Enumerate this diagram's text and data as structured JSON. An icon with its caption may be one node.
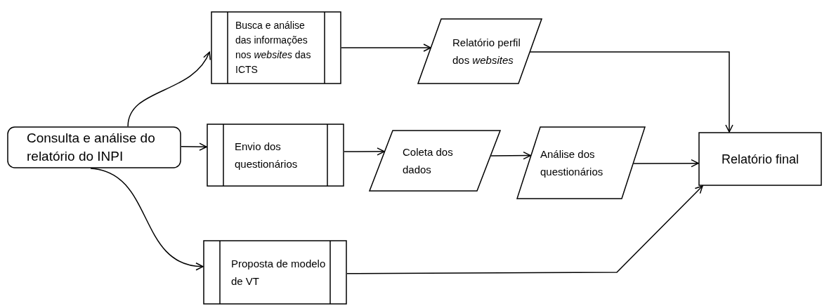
{
  "diagram": {
    "nodes": [
      {
        "text": [
          "Consulta e análise do relatório do INPI"
        ]
      },
      {
        "text": [
          "Busca e análise das informações nos *websites* das ICTS"
        ]
      },
      {
        "text": [
          "Relatório perfil dos *websites*"
        ]
      },
      {
        "text": [
          "Envio dos questionários"
        ]
      },
      {
        "text": [
          "Coleta dos dados"
        ]
      },
      {
        "text": [
          "Análise dos questionários"
        ]
      },
      {
        "text": [
          "Relatório final"
        ]
      },
      {
        "text": [
          "Proposta de modelo de VT"
        ]
      }
    ],
    "edges": [
      {
        "from": 0,
        "to": 1,
        "arrow": "to"
      },
      {
        "from": 0,
        "to": 3,
        "arrow": "to"
      },
      {
        "from": 1,
        "to": 2,
        "arrow": "to"
      },
      {
        "from": 2,
        "to": 6,
        "arrow": "to"
      },
      {
        "from": 3,
        "to": 4,
        "arrow": "to"
      },
      {
        "from": 4,
        "to": 5,
        "arrow": "to"
      },
      {
        "from": 5,
        "to": 6,
        "arrow": "to"
      },
      {
        "from": 0,
        "to": 7,
        "arrow": "to"
      },
      {
        "from": 7,
        "to": 6,
        "arrow": "to"
      }
    ]
  }
}
